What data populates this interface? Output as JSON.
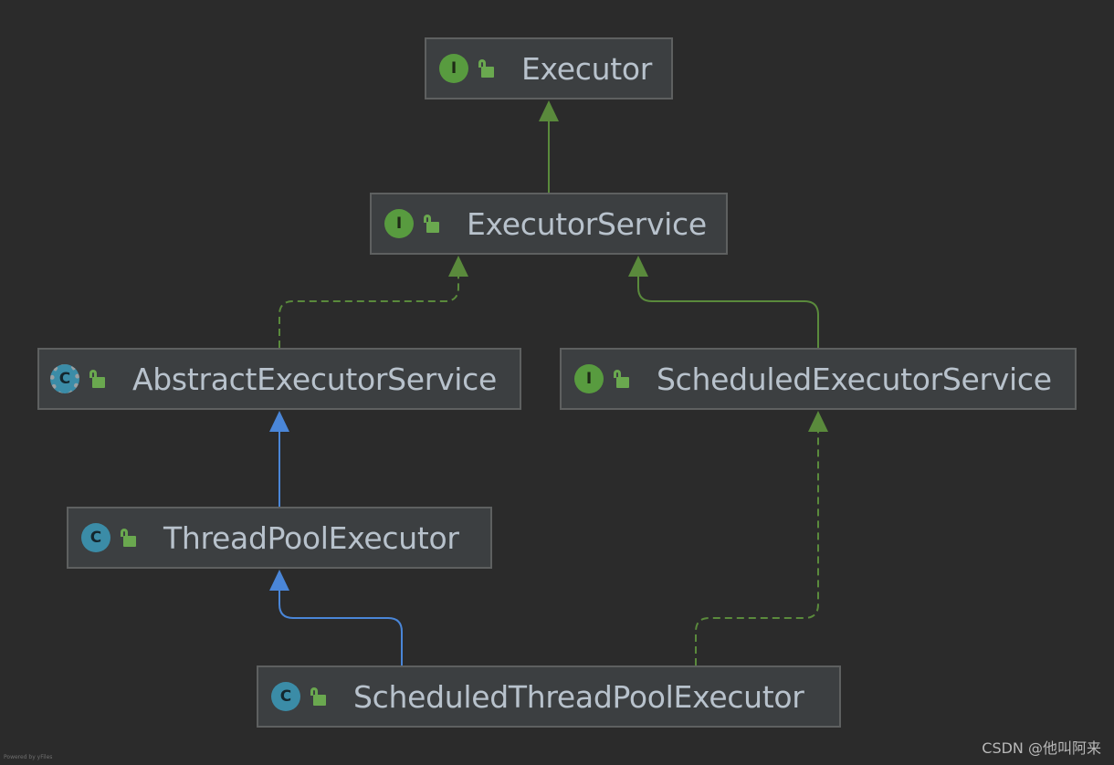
{
  "diagram": {
    "nodes": [
      {
        "id": "executor",
        "label": "Executor",
        "kind_letter": "I",
        "kind": "interface",
        "kind_icon": "interface-icon",
        "visibility_icon": "public-lock-icon",
        "kind_color": "#589b3f"
      },
      {
        "id": "executorservice",
        "label": "ExecutorService",
        "kind_letter": "I",
        "kind": "interface",
        "kind_icon": "interface-icon",
        "visibility_icon": "public-lock-icon",
        "kind_color": "#589b3f"
      },
      {
        "id": "abstractexecutorservice",
        "label": "AbstractExecutorService",
        "kind_letter": "C",
        "kind": "abstract-class",
        "kind_icon": "abstract-class-icon",
        "visibility_icon": "public-lock-icon",
        "kind_color": "#3b8ca7"
      },
      {
        "id": "scheduledexecutorservice",
        "label": "ScheduledExecutorService",
        "kind_letter": "I",
        "kind": "interface",
        "kind_icon": "interface-icon",
        "visibility_icon": "public-lock-icon",
        "kind_color": "#589b3f"
      },
      {
        "id": "threadpoolexecutor",
        "label": "ThreadPoolExecutor",
        "kind_letter": "C",
        "kind": "class",
        "kind_icon": "class-icon",
        "visibility_icon": "public-lock-icon",
        "kind_color": "#3b8ca7"
      },
      {
        "id": "scheduledthreadpoolexecutor",
        "label": "ScheduledThreadPoolExecutor",
        "kind_letter": "C",
        "kind": "class",
        "kind_icon": "class-icon",
        "visibility_icon": "public-lock-icon",
        "kind_color": "#3b8ca7"
      }
    ],
    "edges": [
      {
        "from": "executorservice",
        "to": "executor",
        "relation": "extends",
        "style": "solid",
        "color": "#5a8a3c"
      },
      {
        "from": "abstractexecutorservice",
        "to": "executorservice",
        "relation": "implements",
        "style": "dashed",
        "color": "#5a8a3c"
      },
      {
        "from": "scheduledexecutorservice",
        "to": "executorservice",
        "relation": "extends",
        "style": "solid",
        "color": "#5a8a3c"
      },
      {
        "from": "threadpoolexecutor",
        "to": "abstractexecutorservice",
        "relation": "extends",
        "style": "solid",
        "color": "#4a86d8"
      },
      {
        "from": "scheduledthreadpoolexecutor",
        "to": "threadpoolexecutor",
        "relation": "extends",
        "style": "solid",
        "color": "#4a86d8"
      },
      {
        "from": "scheduledthreadpoolexecutor",
        "to": "scheduledexecutorservice",
        "relation": "implements",
        "style": "dashed",
        "color": "#5a8a3c"
      }
    ]
  },
  "footer": {
    "watermark": "CSDN @他叫阿来",
    "powered_by": "Powered by yFiles"
  },
  "colors": {
    "background": "#2b2b2b",
    "node_fill": "#3c3f41",
    "node_border": "#5e6060",
    "label_text": "#b8c2cc",
    "interface_green": "#589b3f",
    "class_teal": "#3b8ca7",
    "inherit_blue": "#4a86d8",
    "implement_green": "#5a8a3c"
  }
}
